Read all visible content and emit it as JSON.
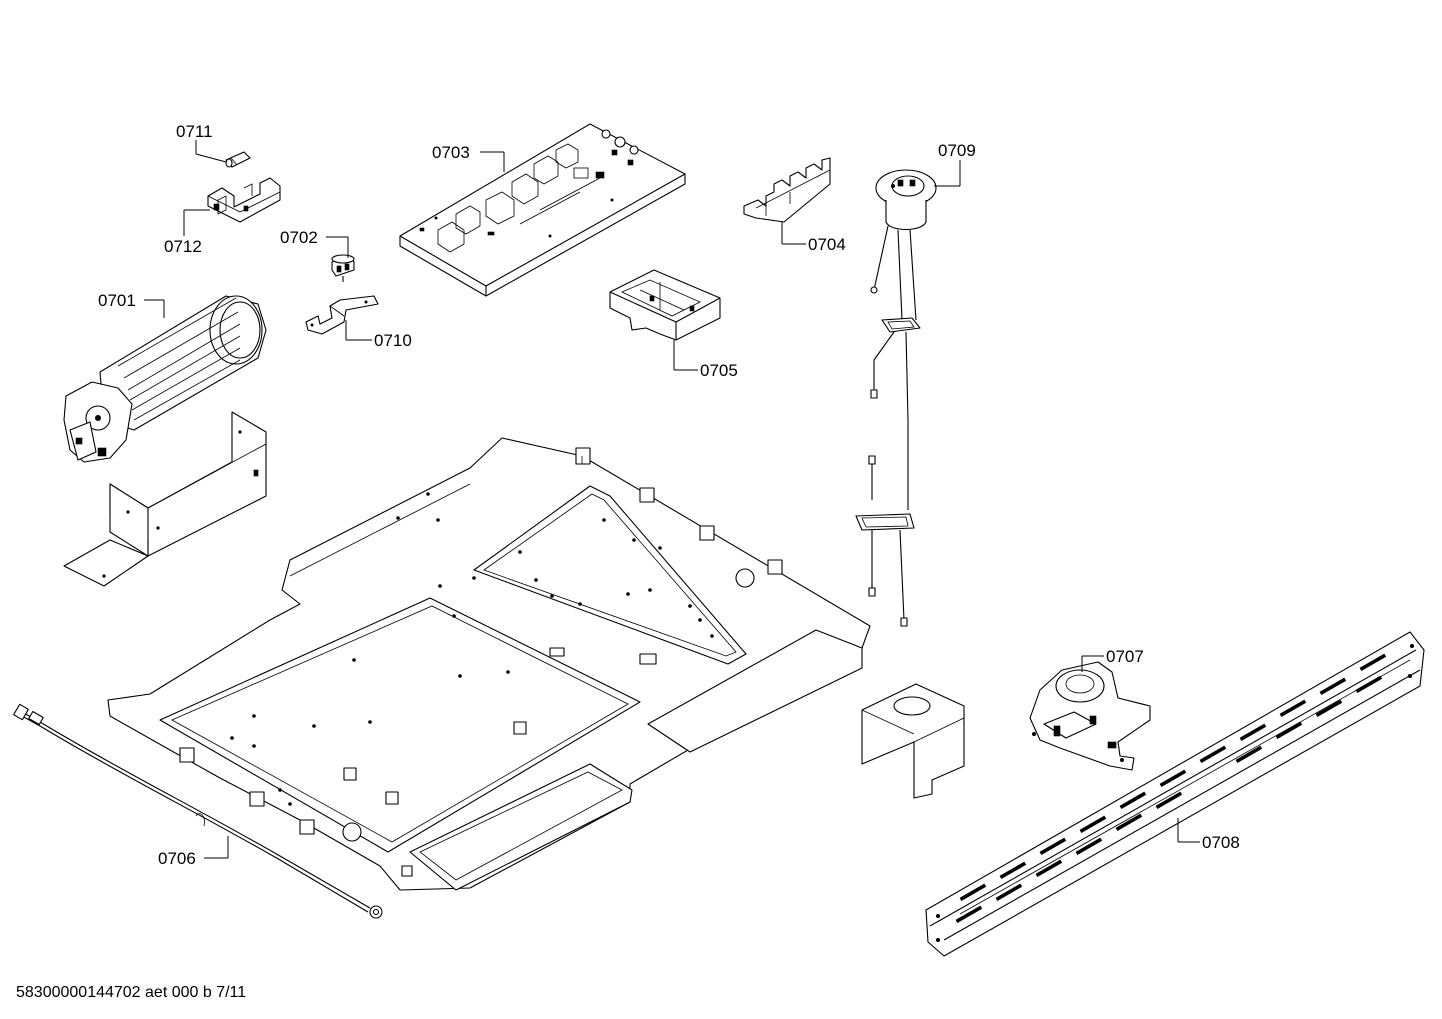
{
  "parts": {
    "p0701": "0701",
    "p0702": "0702",
    "p0703": "0703",
    "p0704": "0704",
    "p0705": "0705",
    "p0706": "0706",
    "p0707": "0707",
    "p0708": "0708",
    "p0709": "0709",
    "p0710": "0710",
    "p0711": "0711",
    "p0712": "0712"
  },
  "footer": "58300000144702 aet 000 b 7/11"
}
